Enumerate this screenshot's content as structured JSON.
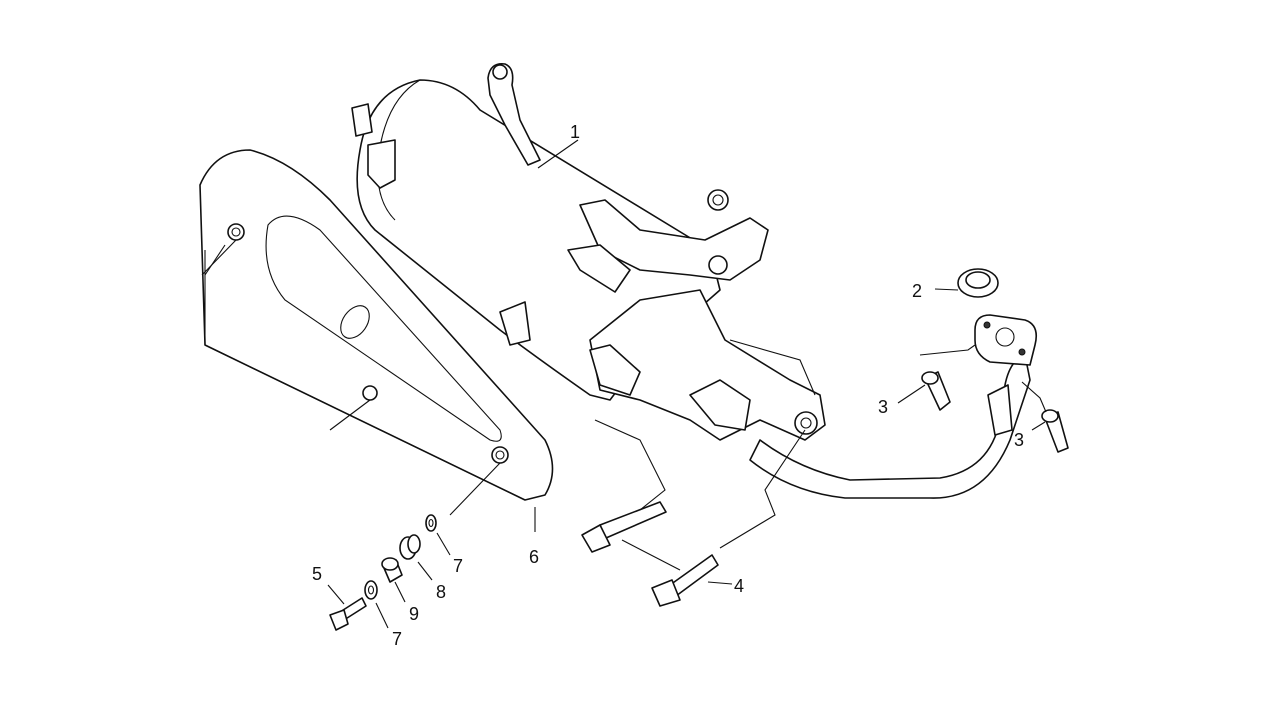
{
  "diagram": {
    "callouts": {
      "c1": "1",
      "c2": "2",
      "c3a": "3",
      "c3b": "3",
      "c4": "4",
      "c5": "5",
      "c6": "6",
      "c7a": "7",
      "c7b": "7",
      "c8": "8",
      "c9": "9"
    }
  }
}
